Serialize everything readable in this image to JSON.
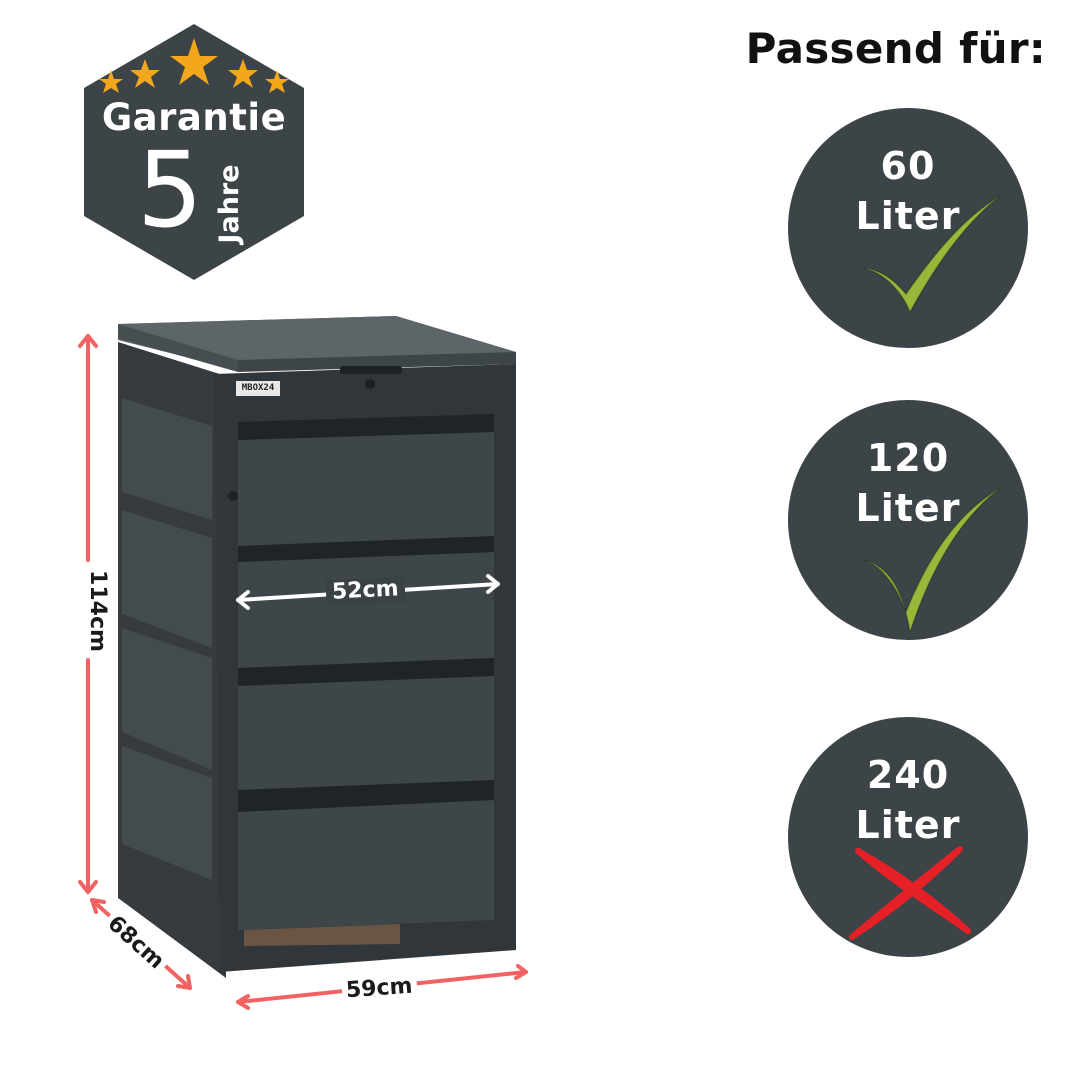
{
  "badge": {
    "title": "Garantie",
    "number": "5",
    "unit": "Jahre",
    "star_color": "#f5a71c",
    "background": "#3c4447"
  },
  "compatibility": {
    "heading": "Passend für:",
    "items": [
      {
        "amount": "60",
        "unit": "Liter",
        "status": "check"
      },
      {
        "amount": "120",
        "unit": "Liter",
        "status": "check"
      },
      {
        "amount": "240",
        "unit": "Liter",
        "status": "cross"
      }
    ],
    "check_color": "#98b83a",
    "cross_color": "#e52127",
    "circle_color": "#3c4447"
  },
  "product": {
    "brand": "MBOX24",
    "body_color": "#3b4245",
    "dimension_color": "#f26262",
    "dimensions": {
      "height": "114cm",
      "depth": "68cm",
      "width": "59cm",
      "inner_width": "52cm"
    }
  }
}
